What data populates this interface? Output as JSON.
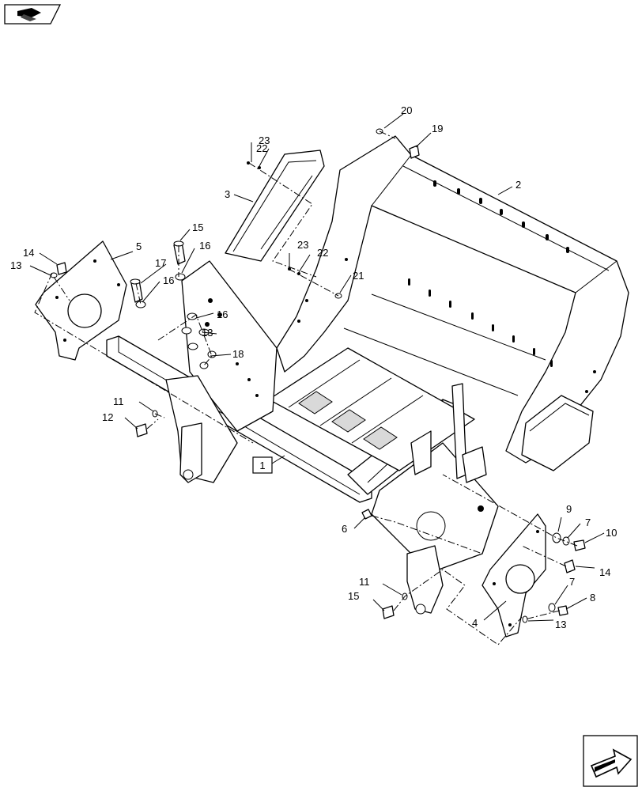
{
  "callouts": [
    {
      "id": "c1",
      "text": "1",
      "boxed": true
    },
    {
      "id": "c2",
      "text": "2"
    },
    {
      "id": "c3",
      "text": "3"
    },
    {
      "id": "c4",
      "text": "4"
    },
    {
      "id": "c5",
      "text": "5"
    },
    {
      "id": "c6",
      "text": "6"
    },
    {
      "id": "c7a",
      "text": "7"
    },
    {
      "id": "c7b",
      "text": "7"
    },
    {
      "id": "c8",
      "text": "8"
    },
    {
      "id": "c9",
      "text": "9"
    },
    {
      "id": "c10",
      "text": "10"
    },
    {
      "id": "c11a",
      "text": "11"
    },
    {
      "id": "c11b",
      "text": "11"
    },
    {
      "id": "c12",
      "text": "12"
    },
    {
      "id": "c13a",
      "text": "13"
    },
    {
      "id": "c13b",
      "text": "13"
    },
    {
      "id": "c13c",
      "text": "13"
    },
    {
      "id": "c14a",
      "text": "14"
    },
    {
      "id": "c14b",
      "text": "14"
    },
    {
      "id": "c15a",
      "text": "15"
    },
    {
      "id": "c15b",
      "text": "15"
    },
    {
      "id": "c16a",
      "text": "16"
    },
    {
      "id": "c16b",
      "text": "16"
    },
    {
      "id": "c16c",
      "text": "16"
    },
    {
      "id": "c17",
      "text": "17"
    },
    {
      "id": "c18",
      "text": "18"
    },
    {
      "id": "c19",
      "text": "19"
    },
    {
      "id": "c20",
      "text": "20"
    },
    {
      "id": "c21",
      "text": "21"
    },
    {
      "id": "c22a",
      "text": "22"
    },
    {
      "id": "c22b",
      "text": "22"
    },
    {
      "id": "c23a",
      "text": "23"
    },
    {
      "id": "c23b",
      "text": "23"
    }
  ],
  "icons": {
    "top_left": "part-assembly-icon",
    "bottom_right": "next-page-arrow-icon"
  },
  "colors": {
    "line": "#000000",
    "background": "#ffffff"
  }
}
